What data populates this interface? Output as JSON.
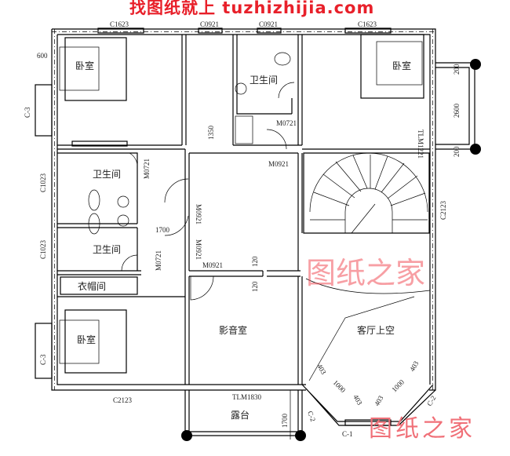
{
  "watermarks": {
    "top": "找图纸就上 tuzhizhijia.com",
    "center": "图纸之家",
    "bottom_right": "图纸之家"
  },
  "rooms": {
    "bedroom_top_left": "卧室",
    "bathroom_top": "卫生间",
    "bedroom_top_right": "卧室",
    "bathroom_left_upper": "卫生间",
    "bathroom_left_lower": "卫生间",
    "closet": "衣帽间",
    "bedroom_bottom_left": "卧室",
    "theater": "影音室",
    "living_void": "客厅上空",
    "terrace": "露台"
  },
  "labels": {
    "c1623_a": "C1623",
    "c0921_a": "C0921",
    "c0921_b": "C0921",
    "c1623_b": "C1623",
    "dim_600": "600",
    "c3_top": "C-3",
    "m0721_top": "M0721",
    "dim_1350": "1350",
    "tlm1221": "TLM1221",
    "dim_200_a": "200",
    "dim_2600": "2600",
    "dim_200_b": "200",
    "c1023_a": "C1023",
    "c1023_b": "C1023",
    "m0721_a": "M0721",
    "m0721_b": "M0721",
    "m0921_a": "M0921",
    "m0921_b": "M0921",
    "m0921_c": "M0921",
    "m0921_d": "M0921",
    "dim_1700_a": "1700",
    "dim_120_a": "120",
    "dim_120_b": "120",
    "c2123_right": "C2123",
    "c3_bottom": "C-3",
    "c2123_bottom": "C2123",
    "tlm1830": "TLM1830",
    "dim_1700_b": "1700",
    "c2_left": "C-2",
    "c2_right": "C-2",
    "c1": "C-1",
    "dim_403_a": "403",
    "dim_1000_a": "1000",
    "dim_403_b": "403",
    "dim_403_c": "403",
    "dim_1000_b": "1000",
    "dim_403_d": "403"
  }
}
